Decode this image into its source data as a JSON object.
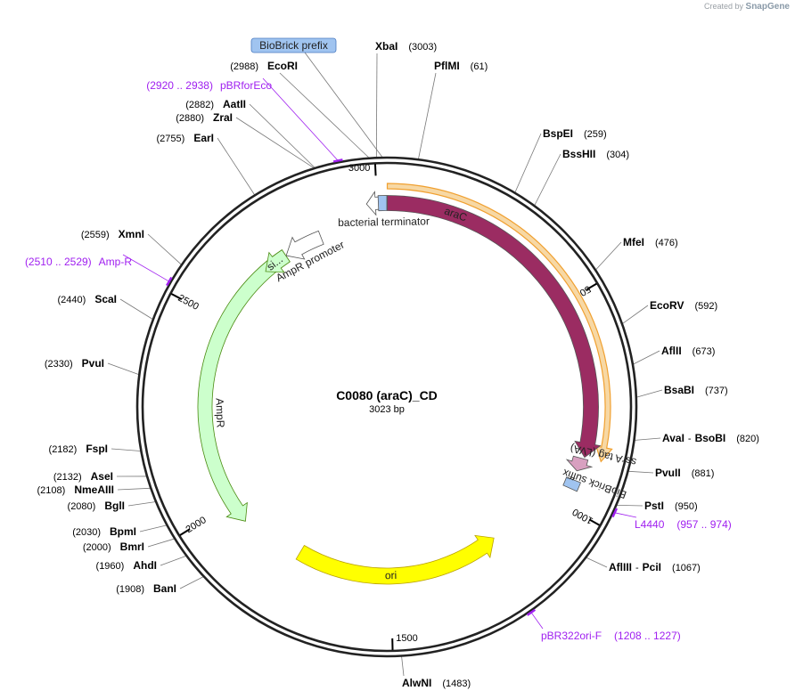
{
  "credit": {
    "prefix": "Created by",
    "brand": "SnapGene"
  },
  "plasmid": {
    "name": "C0080 (araC)_CD",
    "length": 3023,
    "length_label": "3023 bp"
  },
  "ticks": [
    {
      "pos": 500,
      "label": "500"
    },
    {
      "pos": 1000,
      "label": "1000"
    },
    {
      "pos": 1500,
      "label": "1500"
    },
    {
      "pos": 2000,
      "label": "2000"
    },
    {
      "pos": 2500,
      "label": "2500"
    },
    {
      "pos": 3000,
      "label": "3000"
    }
  ],
  "features": [
    {
      "name": "araC",
      "start": 1,
      "end": 876,
      "color": "#9b2c62",
      "text_color": "#ffffff",
      "strand": 1,
      "label_pos": 165,
      "label_inside": true
    },
    {
      "name": "ssrA tag (LVA)",
      "start": 880,
      "end": 912,
      "color": "#d8a0c0",
      "strand": 1,
      "label_pos": 855,
      "label_inside": true
    },
    {
      "name": "BioBrick suffix",
      "start": 935,
      "end": 957,
      "color": "#a0c4f0",
      "strand": 0,
      "label_pos": 915,
      "label_inside": true
    },
    {
      "name": "ori",
      "start": 1182,
      "end": 1770,
      "color": "#ffff00",
      "text_color": "#000000",
      "strand": -1,
      "label_pos": 1500,
      "label_inside": false
    },
    {
      "name": "AmpR",
      "start": 1940,
      "end": 2740,
      "color": "#ccffcc",
      "strand": -1,
      "label_pos": 2240,
      "label_inside": true
    },
    {
      "name": "signal",
      "short_label": "si...",
      "start": 2672,
      "end": 2740,
      "color": "#ccffcc",
      "strand": -1
    },
    {
      "name": "AmpR promoter",
      "start": 2741,
      "end": 2845,
      "color": "#ffffff",
      "strand": -1,
      "label_pos": 2793,
      "label_inside": true
    },
    {
      "name": "bacterial terminator",
      "start": 2975,
      "end": 3010,
      "color": "#ffffff",
      "strand": -1,
      "label_pos": 3023,
      "label_inside": true
    },
    {
      "name": "BioBrick prefix",
      "start": 3003,
      "end": 3023,
      "color": "#a0c4f0",
      "strand": 0
    }
  ],
  "orf": {
    "start": 1,
    "end": 876,
    "color": "#f0a030"
  },
  "sites": [
    {
      "name": "PflMI",
      "pos": "(61)",
      "bp": 61
    },
    {
      "name": "BspEI",
      "pos": "(259)",
      "bp": 259
    },
    {
      "name": "BssHII",
      "pos": "(304)",
      "bp": 304
    },
    {
      "name": "MfeI",
      "pos": "(476)",
      "bp": 476
    },
    {
      "name": "EcoRV",
      "pos": "(592)",
      "bp": 592
    },
    {
      "name": "AflII",
      "pos": "(673)",
      "bp": 673
    },
    {
      "name": "BsaBI",
      "pos": "(737)",
      "bp": 737
    },
    {
      "name": "AvaI - BsoBI",
      "pos": "(820)",
      "bp": 820
    },
    {
      "name": "PvuII",
      "pos": "(881)",
      "bp": 881
    },
    {
      "name": "PstI",
      "pos": "(950)",
      "bp": 950
    },
    {
      "name": "AflIII - PciI",
      "pos": "(1067)",
      "bp": 1067
    },
    {
      "name": "AlwNI",
      "pos": "(1483)",
      "bp": 1483
    },
    {
      "name": "BanI",
      "pos": "(1908)",
      "bp": 1908
    },
    {
      "name": "AhdI",
      "pos": "(1960)",
      "bp": 1960
    },
    {
      "name": "BmrI",
      "pos": "(2000)",
      "bp": 2000
    },
    {
      "name": "BpmI",
      "pos": "(2030)",
      "bp": 2030
    },
    {
      "name": "BglI",
      "pos": "(2080)",
      "bp": 2080
    },
    {
      "name": "NmeAIII",
      "pos": "(2108)",
      "bp": 2108
    },
    {
      "name": "AseI",
      "pos": "(2132)",
      "bp": 2132
    },
    {
      "name": "FspI",
      "pos": "(2182)",
      "bp": 2182
    },
    {
      "name": "PvuI",
      "pos": "(2330)",
      "bp": 2330
    },
    {
      "name": "ScaI",
      "pos": "(2440)",
      "bp": 2440
    },
    {
      "name": "XmnI",
      "pos": "(2559)",
      "bp": 2559
    },
    {
      "name": "EarI",
      "pos": "(2755)",
      "bp": 2755
    },
    {
      "name": "ZraI",
      "pos": "(2880)",
      "bp": 2880
    },
    {
      "name": "AatII",
      "pos": "(2882)",
      "bp": 2882
    },
    {
      "name": "EcoRI",
      "pos": "(2988)",
      "bp": 2988
    },
    {
      "name": "XbaI",
      "pos": "(3003)",
      "bp": 3003
    }
  ],
  "primers": [
    {
      "name": "L4440",
      "range": "(957 .. 974)",
      "bp": 965
    },
    {
      "name": "pBR322ori-F",
      "range": "(1208 .. 1227)",
      "bp": 1217
    },
    {
      "name": "Amp-R",
      "range": "(2510 .. 2529)",
      "bp": 2519
    },
    {
      "name": "pBRforEco",
      "range": "(2920 .. 2938)",
      "bp": 2929
    }
  ]
}
